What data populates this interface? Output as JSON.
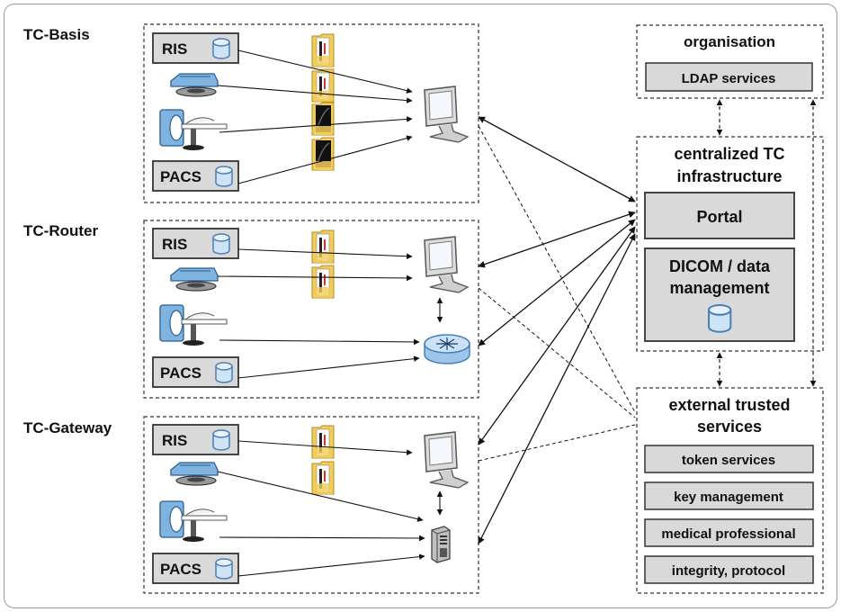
{
  "sections": [
    {
      "title": "TC-Basis",
      "ris_label": "RIS",
      "pacs_label": "PACS"
    },
    {
      "title": "TC-Router",
      "ris_label": "RIS",
      "pacs_label": "PACS"
    },
    {
      "title": "TC-Gateway",
      "ris_label": "RIS",
      "pacs_label": "PACS"
    }
  ],
  "organisation": {
    "title": "organisation",
    "ldap": "LDAP services"
  },
  "centralized": {
    "title_line1": "centralized TC",
    "title_line2": "infrastructure",
    "portal": "Portal",
    "dicom_line1": "DICOM / data",
    "dicom_line2": "management"
  },
  "external": {
    "title_line1": "external trusted",
    "title_line2": "services",
    "services": [
      "token services",
      "key management",
      "medical professional",
      "integrity, protocol"
    ]
  },
  "colors": {
    "box_fill": "#d9d9d9",
    "db_fill": "#cfe3f7",
    "db_stroke": "#4a7fb5",
    "folder": "#f3cd5a"
  },
  "icons": [
    "database-icon",
    "folder-icon",
    "monitor-icon",
    "router-icon",
    "server-icon",
    "scanner-icon",
    "ct-scanner-icon"
  ]
}
